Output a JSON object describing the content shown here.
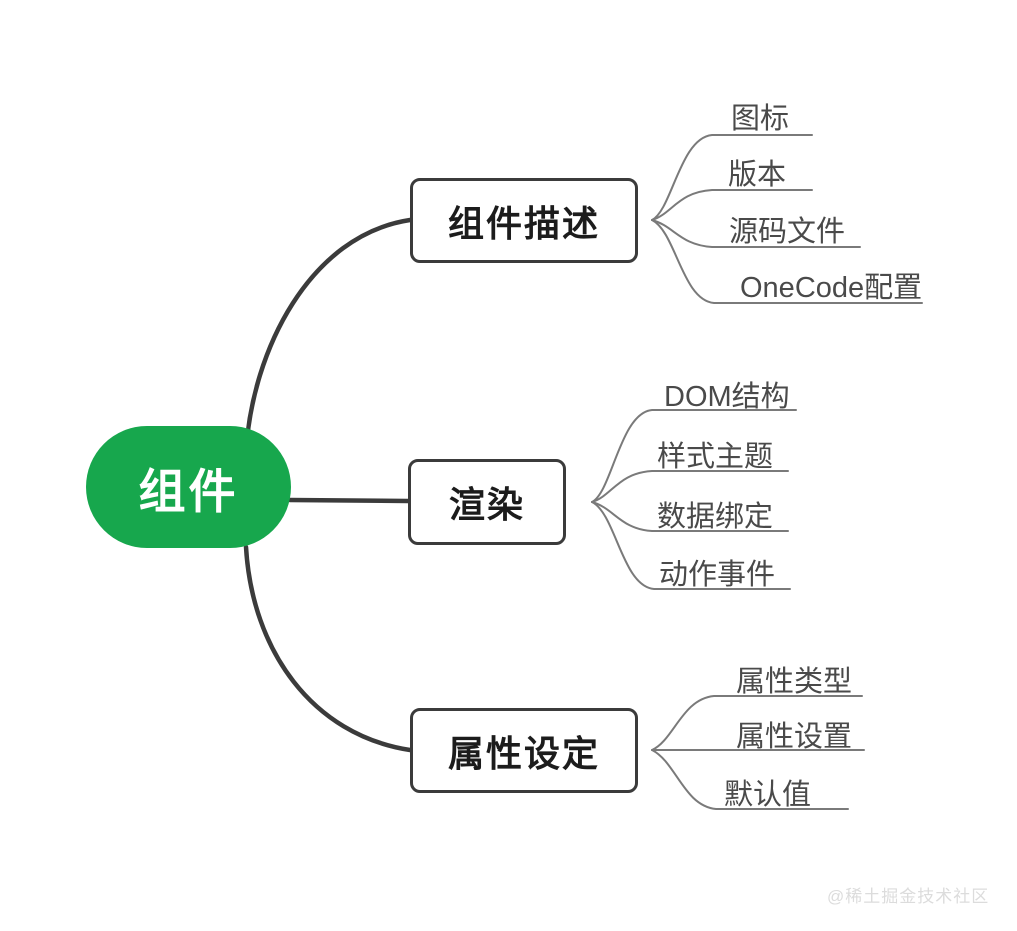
{
  "diagram": {
    "title": "组件",
    "type": "mindmap",
    "colors": {
      "root_fill": "#17a74d",
      "root_text": "#ffffff",
      "branch_border": "#3b3b3b",
      "branch_text": "#1c1c1c",
      "leaf_text": "#4a4a4a",
      "main_edge": "#3b3b3b",
      "leaf_edge": "#7a7a7a",
      "background": "#ffffff",
      "watermark": "#dcdcdc"
    },
    "root": {
      "label": "组件"
    },
    "branches": [
      {
        "label": "组件描述",
        "leaves": [
          {
            "label": "图标"
          },
          {
            "label": "版本"
          },
          {
            "label": "源码文件"
          },
          {
            "label": "OneCode配置"
          }
        ]
      },
      {
        "label": "渲染",
        "leaves": [
          {
            "label": "DOM结构"
          },
          {
            "label": "样式主题"
          },
          {
            "label": "数据绑定"
          },
          {
            "label": "动作事件"
          }
        ]
      },
      {
        "label": "属性设定",
        "leaves": [
          {
            "label": "属性类型"
          },
          {
            "label": "属性设置"
          },
          {
            "label": "默认值"
          }
        ]
      }
    ],
    "watermark": "@稀土掘金技术社区"
  }
}
